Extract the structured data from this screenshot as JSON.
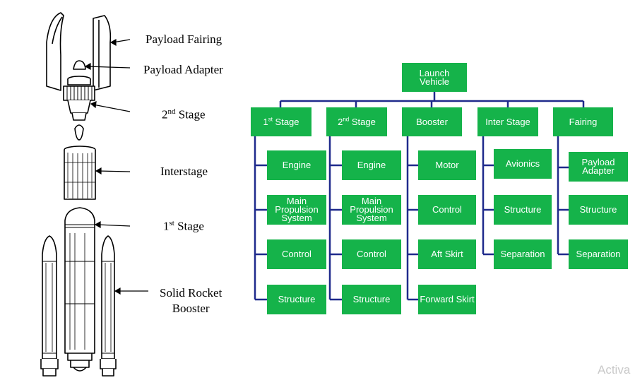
{
  "rocket": {
    "labels": {
      "payload_fairing": "Payload Fairing",
      "payload_adapter": "Payload Adapter",
      "second_stage_num": "2",
      "second_stage_sup": "nd",
      "second_stage_word": " Stage",
      "interstage": "Interstage",
      "first_stage_num": "1",
      "first_stage_sup": "st",
      "first_stage_word": " Stage",
      "srb_line1": "Solid Rocket",
      "srb_line2": "Booster"
    }
  },
  "tree": {
    "root": "Launch Vehicle",
    "root_line1": "Launch",
    "root_line2": "Vehicle",
    "branches": [
      {
        "num": "1",
        "sup": "st",
        "word": " Stage",
        "children": [
          {
            "lines": [
              "Engine"
            ]
          },
          {
            "lines": [
              "Main",
              "Propulsion",
              "System"
            ]
          },
          {
            "lines": [
              "Control"
            ]
          },
          {
            "lines": [
              "Structure"
            ]
          }
        ]
      },
      {
        "num": "2",
        "sup": "nd",
        "word": " Stage",
        "children": [
          {
            "lines": [
              "Engine"
            ]
          },
          {
            "lines": [
              "Main",
              "Propulsion",
              "System"
            ]
          },
          {
            "lines": [
              "Control"
            ]
          },
          {
            "lines": [
              "Structure"
            ]
          }
        ]
      },
      {
        "label": "Booster",
        "children": [
          {
            "lines": [
              "Motor"
            ]
          },
          {
            "lines": [
              "Control"
            ]
          },
          {
            "lines": [
              "Aft Skirt"
            ]
          },
          {
            "lines": [
              "Forward Skirt"
            ]
          }
        ]
      },
      {
        "label": "Inter Stage",
        "children": [
          {
            "lines": [
              "Avionics"
            ]
          },
          {
            "lines": [
              "Structure"
            ]
          },
          {
            "lines": [
              "Separation"
            ]
          }
        ]
      },
      {
        "label": "Fairing",
        "children": [
          {
            "lines": [
              "Payload",
              "Adapter"
            ]
          },
          {
            "lines": [
              "Structure"
            ]
          },
          {
            "lines": [
              "Separation"
            ]
          }
        ]
      }
    ]
  },
  "colors": {
    "node_fill": "#15b34a",
    "connector": "#1f2a8c",
    "node_text": "#ffffff"
  },
  "watermark": "Activa"
}
